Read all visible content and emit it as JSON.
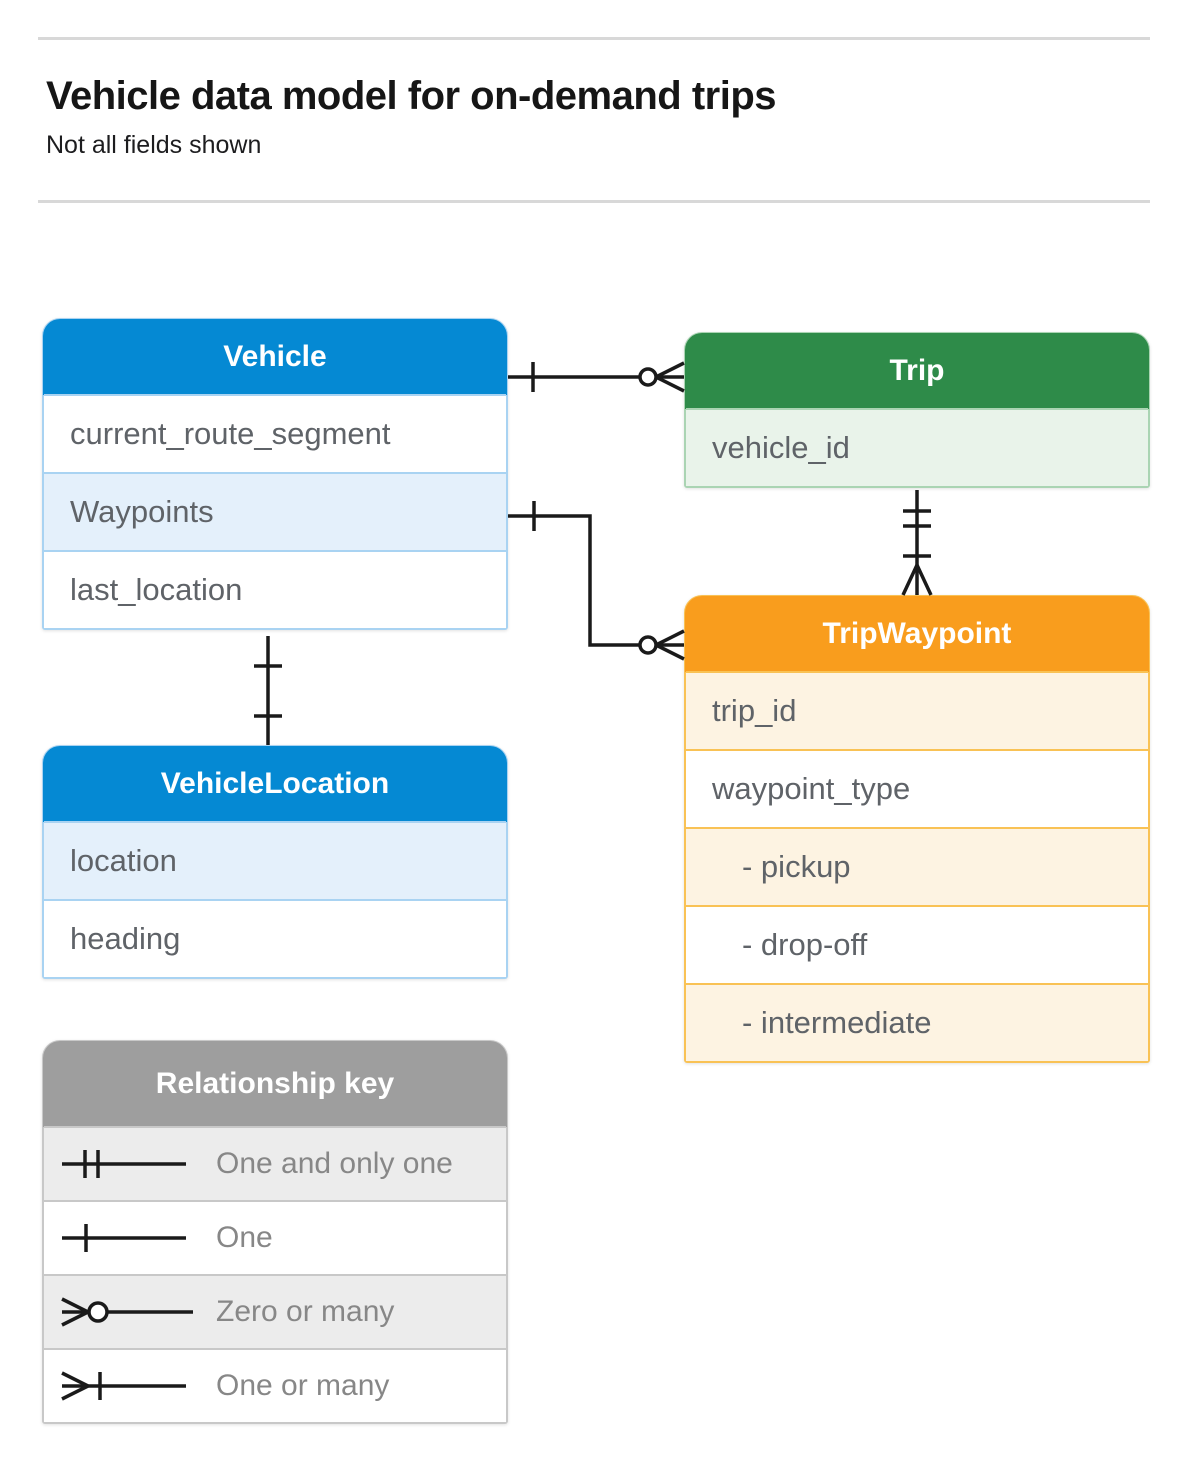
{
  "page": {
    "title": "Vehicle data model for on-demand trips",
    "subtitle": "Not all fields shown"
  },
  "entities": {
    "vehicle": {
      "title": "Vehicle",
      "rows": [
        {
          "label": "current_route_segment"
        },
        {
          "label": "Waypoints"
        },
        {
          "label": "last_location"
        }
      ]
    },
    "trip": {
      "title": "Trip",
      "rows": [
        {
          "label": "vehicle_id"
        }
      ]
    },
    "trip_waypoint": {
      "title": "TripWaypoint",
      "rows": [
        {
          "label": "trip_id"
        },
        {
          "label": "waypoint_type"
        },
        {
          "label": "- pickup"
        },
        {
          "label": "- drop-off"
        },
        {
          "label": "- intermediate"
        }
      ]
    },
    "vehicle_location": {
      "title": "VehicleLocation",
      "rows": [
        {
          "label": "location"
        },
        {
          "label": "heading"
        }
      ]
    }
  },
  "legend": {
    "title": "Relationship key",
    "items": [
      {
        "symbol": "one-and-only-one",
        "label": "One and only one"
      },
      {
        "symbol": "one",
        "label": "One"
      },
      {
        "symbol": "zero-or-many",
        "label": "Zero or many"
      },
      {
        "symbol": "one-or-many",
        "label": "One or many"
      }
    ]
  },
  "relationships": [
    {
      "from": "Vehicle",
      "to": "Trip",
      "from_cardinality": "one",
      "to_cardinality": "zero-or-many"
    },
    {
      "from": "Vehicle.Waypoints",
      "to": "TripWaypoint",
      "from_cardinality": "one",
      "to_cardinality": "zero-or-many"
    },
    {
      "from": "Trip",
      "to": "TripWaypoint",
      "from_cardinality": "one-and-only-one",
      "to_cardinality": "one-or-many"
    },
    {
      "from": "Vehicle",
      "to": "VehicleLocation",
      "from_cardinality": "one",
      "to_cardinality": "one"
    }
  ],
  "colors": {
    "vehicle_blue": "#0589d3",
    "trip_green": "#2e8b49",
    "waypoint_orange": "#f99d1d",
    "key_gray": "#9e9e9e",
    "connector_black": "#1a1a1a",
    "rule_gray": "#d8d8d8"
  }
}
